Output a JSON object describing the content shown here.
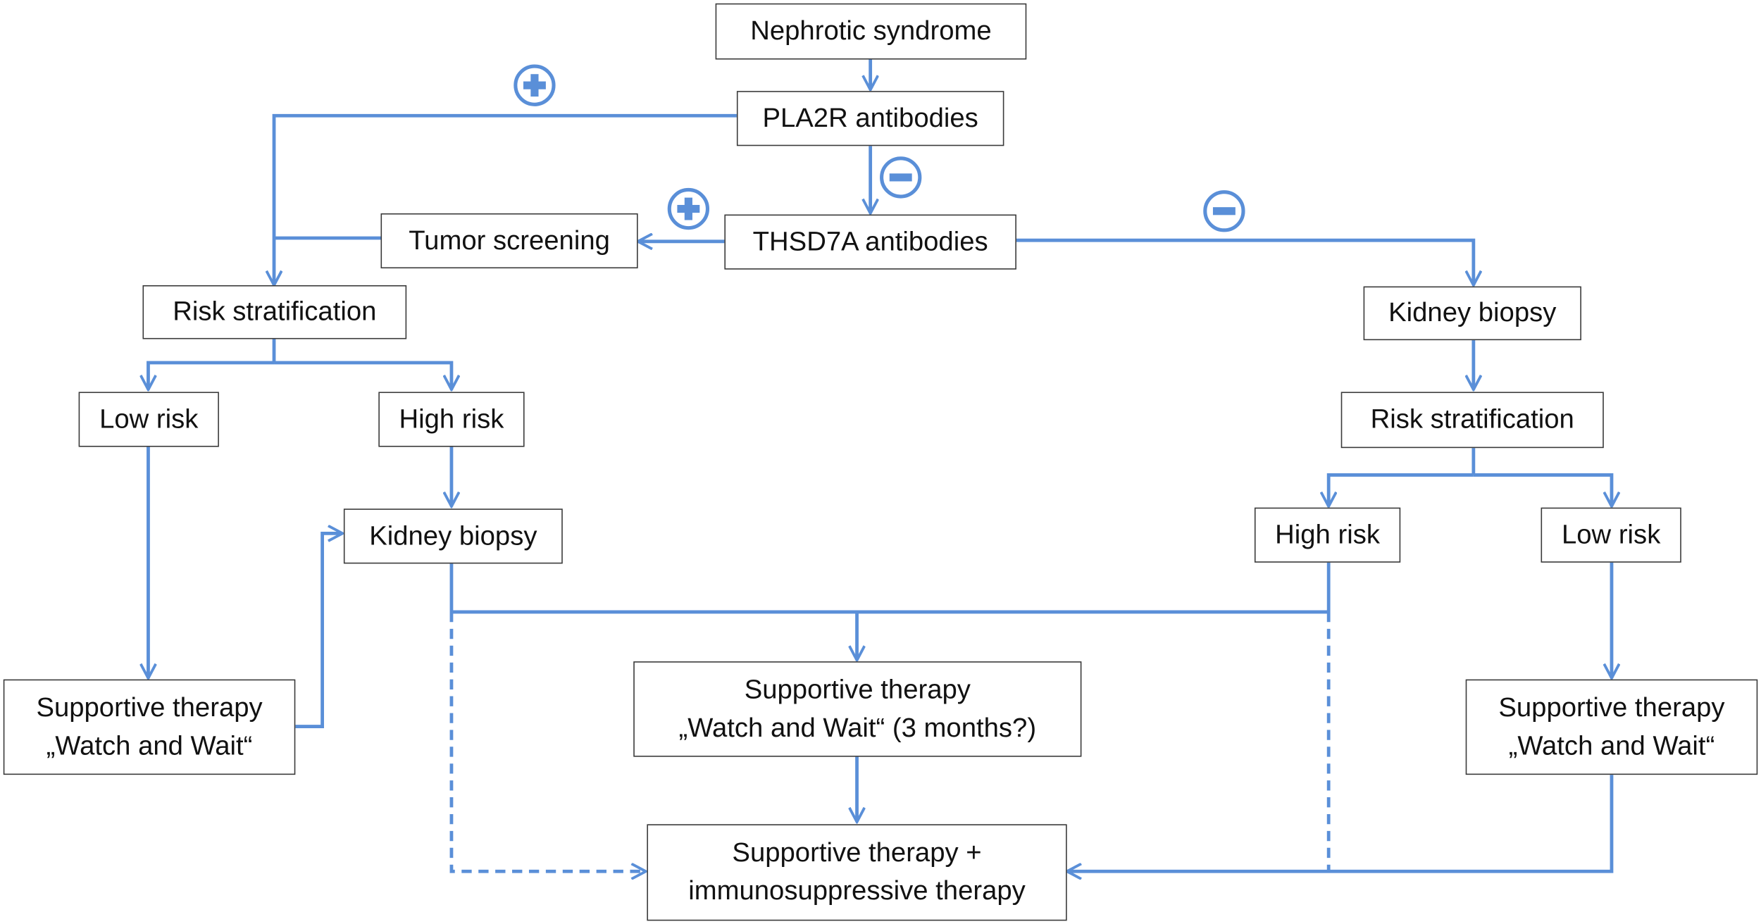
{
  "colors": {
    "connector": "#5a8fd8",
    "box_border": "#3a3a3a",
    "text": "#111111"
  },
  "nodes": {
    "nephrotic_syndrome": "Nephrotic syndrome",
    "pla2r_antibodies": "PLA2R antibodies",
    "thsd7a_antibodies": "THSD7A antibodies",
    "tumor_screening": "Tumor screening",
    "risk_stratification_left": "Risk stratification",
    "low_risk_left": "Low risk",
    "high_risk_left": "High risk",
    "kidney_biopsy_left": "Kidney biopsy",
    "supportive_left_line1": "Supportive therapy",
    "supportive_left_line2": "„Watch and Wait“",
    "supportive_center_line1": "Supportive therapy",
    "supportive_center_line2": "„Watch and Wait“ (3 months?)",
    "combined_line1": "Supportive therapy +",
    "combined_line2": "immunosuppressive therapy",
    "kidney_biopsy_right": "Kidney biopsy",
    "risk_stratification_right": "Risk stratification",
    "high_risk_right": "High risk",
    "low_risk_right": "Low risk",
    "supportive_right_line1": "Supportive therapy",
    "supportive_right_line2": "„Watch and Wait“"
  },
  "signs": {
    "pla2r_positive": "positive",
    "pla2r_negative": "negative",
    "thsd7a_positive": "positive",
    "thsd7a_negative": "negative"
  }
}
